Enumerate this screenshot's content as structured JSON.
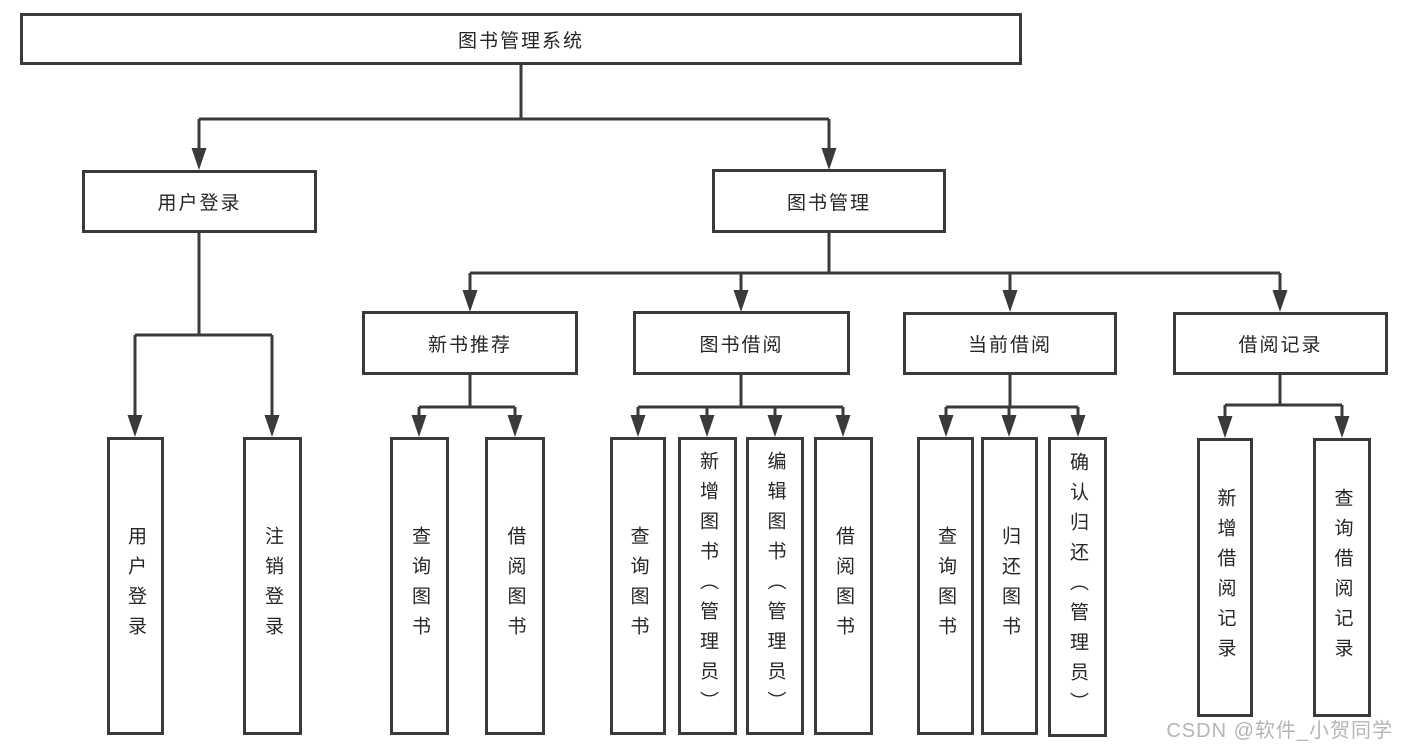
{
  "diagram_title": "图书管理系统",
  "tree": {
    "label": "图书管理系统",
    "children": [
      {
        "label": "用户登录",
        "children": [
          {
            "label": "用户登录"
          },
          {
            "label": "注销登录"
          }
        ]
      },
      {
        "label": "图书管理",
        "children": [
          {
            "label": "新书推荐",
            "children": [
              {
                "label": "查询图书"
              },
              {
                "label": "借阅图书"
              }
            ]
          },
          {
            "label": "图书借阅",
            "children": [
              {
                "label": "查询图书"
              },
              {
                "label": "新增图书（管理员）"
              },
              {
                "label": "编辑图书（管理员）"
              },
              {
                "label": "借阅图书"
              }
            ]
          },
          {
            "label": "当前借阅",
            "children": [
              {
                "label": "查询图书"
              },
              {
                "label": "归还图书"
              },
              {
                "label": "确认归还（管理员）"
              }
            ]
          },
          {
            "label": "借阅记录",
            "children": [
              {
                "label": "新增借阅记录"
              },
              {
                "label": "查询借阅记录"
              }
            ]
          }
        ]
      }
    ]
  },
  "watermark": "CSDN @软件_小贺同学",
  "colors": {
    "line": "#3a3a3a",
    "box_border": "#3a3a3a",
    "text": "#262626",
    "background": "#ffffff",
    "watermark": "#b5b5b5"
  }
}
